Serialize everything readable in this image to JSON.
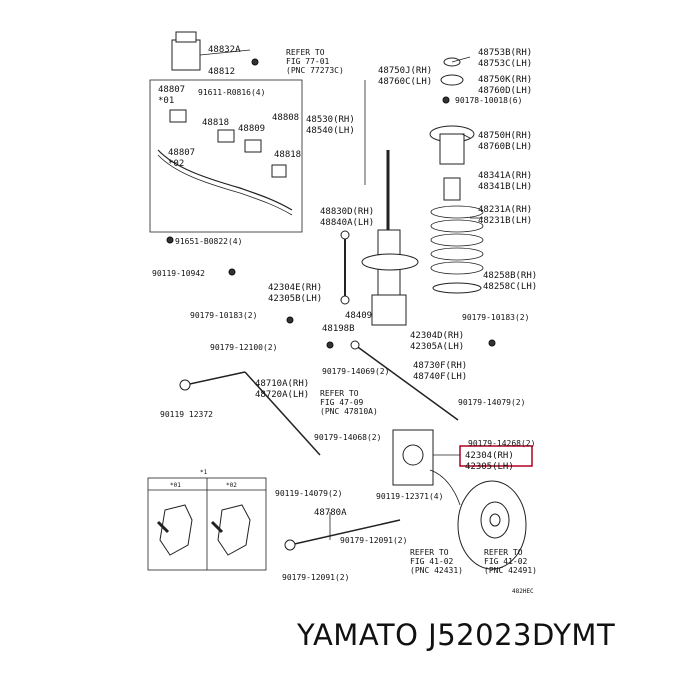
{
  "diagram": {
    "callouts": [
      {
        "id": "c1",
        "lines": [
          "48832A"
        ]
      },
      {
        "id": "c2",
        "lines": [
          "48812"
        ]
      },
      {
        "id": "c3",
        "lines": [
          "REFER TO",
          "FIG 77-01",
          "(PNC 77273C)"
        ]
      },
      {
        "id": "c4",
        "lines": [
          "48807",
          "*01"
        ]
      },
      {
        "id": "c5",
        "lines": [
          "91611-R0816(4)"
        ]
      },
      {
        "id": "c6",
        "lines": [
          "48818"
        ]
      },
      {
        "id": "c7",
        "lines": [
          "48808"
        ]
      },
      {
        "id": "c8",
        "lines": [
          "48809"
        ]
      },
      {
        "id": "c9",
        "lines": [
          "48807",
          "*02"
        ]
      },
      {
        "id": "c10",
        "lines": [
          "48818"
        ]
      },
      {
        "id": "c11",
        "lines": [
          "91651-B0822(4)"
        ]
      },
      {
        "id": "c12",
        "lines": [
          "90119-10942"
        ]
      },
      {
        "id": "c13",
        "lines": [
          "48750J(RH)",
          "48760C(LH)"
        ]
      },
      {
        "id": "c14",
        "lines": [
          "48530(RH)",
          "48540(LH)"
        ]
      },
      {
        "id": "c15",
        "lines": [
          "48830D(RH)",
          "48840A(LH)"
        ]
      },
      {
        "id": "c16",
        "lines": [
          "42304E(RH)",
          "42305B(LH)"
        ]
      },
      {
        "id": "c17",
        "lines": [
          "90179-10183(2)"
        ]
      },
      {
        "id": "c18",
        "lines": [
          "48409"
        ]
      },
      {
        "id": "c19",
        "lines": [
          "48198B"
        ]
      },
      {
        "id": "c20",
        "lines": [
          "90179-12100(2)"
        ]
      },
      {
        "id": "c21",
        "lines": [
          "48753B(RH)",
          "48753C(LH)"
        ]
      },
      {
        "id": "c22",
        "lines": [
          "48750K(RH)",
          "48760D(LH)"
        ]
      },
      {
        "id": "c23",
        "lines": [
          "90178-10018(6)"
        ]
      },
      {
        "id": "c24",
        "lines": [
          "48750H(RH)",
          "48760B(LH)"
        ]
      },
      {
        "id": "c25",
        "lines": [
          "48341A(RH)",
          "48341B(LH)"
        ]
      },
      {
        "id": "c26",
        "lines": [
          "48231A(RH)",
          "48231B(LH)"
        ]
      },
      {
        "id": "c27",
        "lines": [
          "48258B(RH)",
          "48258C(LH)"
        ]
      },
      {
        "id": "c28",
        "lines": [
          "90179-10183(2)"
        ]
      },
      {
        "id": "c29",
        "lines": [
          "42304D(RH)",
          "42305A(LH)"
        ]
      },
      {
        "id": "c30",
        "lines": [
          "48730F(RH)",
          "48740F(LH)"
        ]
      },
      {
        "id": "c31",
        "lines": [
          "90179-14069(2)"
        ]
      },
      {
        "id": "c32",
        "lines": [
          "90179-14079(2)"
        ]
      },
      {
        "id": "c33",
        "lines": [
          "48710A(RH)",
          "48720A(LH)"
        ]
      },
      {
        "id": "c34",
        "lines": [
          "REFER TO",
          "FIG 47-09",
          "(PNC 47810A)"
        ]
      },
      {
        "id": "c35",
        "lines": [
          "90119 12372"
        ]
      },
      {
        "id": "c36",
        "lines": [
          "90179-14068(2)"
        ]
      },
      {
        "id": "c37",
        "lines": [
          "90179-14268(2)"
        ]
      },
      {
        "id": "c38",
        "lines": [
          "42304(RH)",
          "42305(LH)"
        ]
      },
      {
        "id": "c39",
        "lines": [
          "90119-14079(2)"
        ]
      },
      {
        "id": "c40",
        "lines": [
          "90119-12371(4)"
        ]
      },
      {
        "id": "c41",
        "lines": [
          "48780A"
        ]
      },
      {
        "id": "c42",
        "lines": [
          "90179-12091(2)"
        ]
      },
      {
        "id": "c43",
        "lines": [
          "90179-12091(2)"
        ]
      },
      {
        "id": "c44",
        "lines": [
          "REFER TO",
          "FIG 41-02",
          "(PNC 42431)"
        ]
      },
      {
        "id": "c45",
        "lines": [
          "REFER TO",
          "FIG 41-02",
          "(PNC 42491)"
        ]
      },
      {
        "id": "c46",
        "lines": [
          "*1"
        ]
      },
      {
        "id": "c47",
        "lines": [
          "*01"
        ]
      },
      {
        "id": "c48",
        "lines": [
          "*02"
        ]
      },
      {
        "id": "c49",
        "lines": [
          "482HEC"
        ]
      }
    ],
    "highlight": {
      "part": "42304(RH)",
      "color": "#b00020"
    }
  },
  "caption": "YAMATO J52023DYMT"
}
